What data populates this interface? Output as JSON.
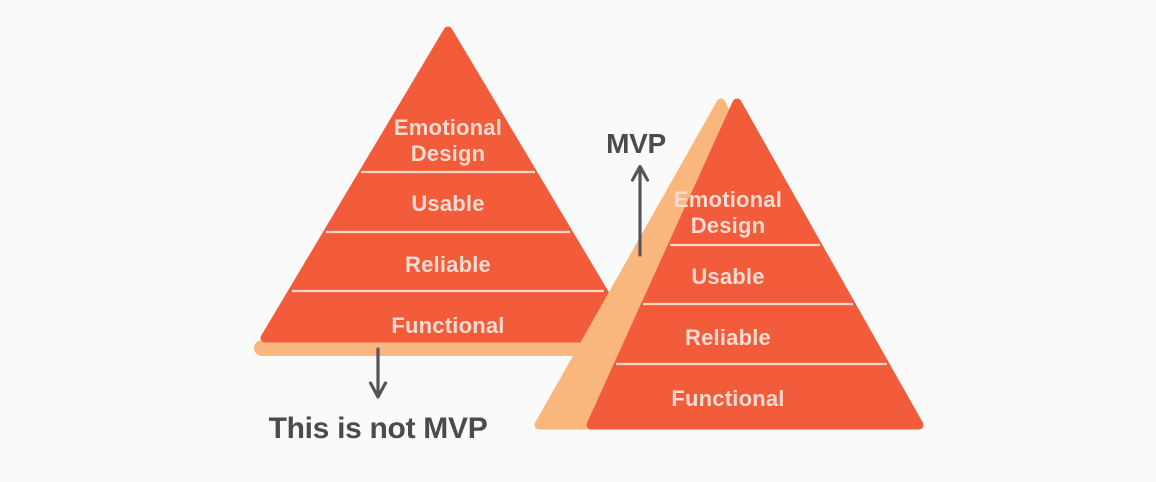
{
  "colors": {
    "background": "#FBFAFA",
    "pyramid": "#F25C3A",
    "shadow": "#FAB77D",
    "layer_text": "#F7DAD0",
    "divider": "#F9E2DA",
    "annotation_text": "#4B4B4D",
    "arrow": "#55565A"
  },
  "left_pyramid": {
    "layers": [
      {
        "label": "Emotional Design",
        "lines": [
          "Emotional",
          "Design"
        ]
      },
      {
        "label": "Usable",
        "lines": [
          "Usable"
        ]
      },
      {
        "label": "Reliable",
        "lines": [
          "Reliable"
        ]
      },
      {
        "label": "Functional",
        "lines": [
          "Functional"
        ]
      }
    ],
    "annotation": "This is not MVP"
  },
  "right_pyramid": {
    "layers": [
      {
        "label": "Emotional Design",
        "lines": [
          "Emotional",
          "Design"
        ]
      },
      {
        "label": "Usable",
        "lines": [
          "Usable"
        ]
      },
      {
        "label": "Reliable",
        "lines": [
          "Reliable"
        ]
      },
      {
        "label": "Functional",
        "lines": [
          "Functional"
        ]
      }
    ],
    "annotation": "MVP"
  }
}
